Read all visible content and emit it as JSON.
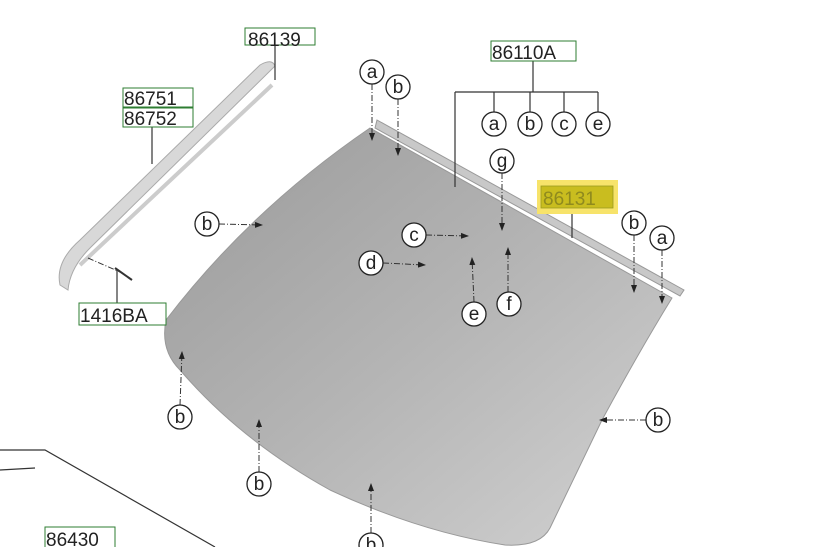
{
  "part_labels": {
    "p86139": "86139",
    "p86751": "86751",
    "p86752": "86752",
    "p86110A": "86110A",
    "p86131": "86131",
    "p1416BA": "1416BA",
    "p86430": "86430"
  },
  "highlight_color": "#f5e04a",
  "callouts": {
    "group_86110A": [
      "a",
      "b",
      "c",
      "e"
    ],
    "top_a": "a",
    "top_b": "b",
    "g": "g",
    "right_b": "b",
    "right_a": "a",
    "c": "c",
    "d": "d",
    "e": "e",
    "f": "f",
    "left_b": "b",
    "lower_left_b": "b",
    "lower_right_b": "b",
    "bottom_b": "b",
    "bottom_center_b": "b"
  }
}
